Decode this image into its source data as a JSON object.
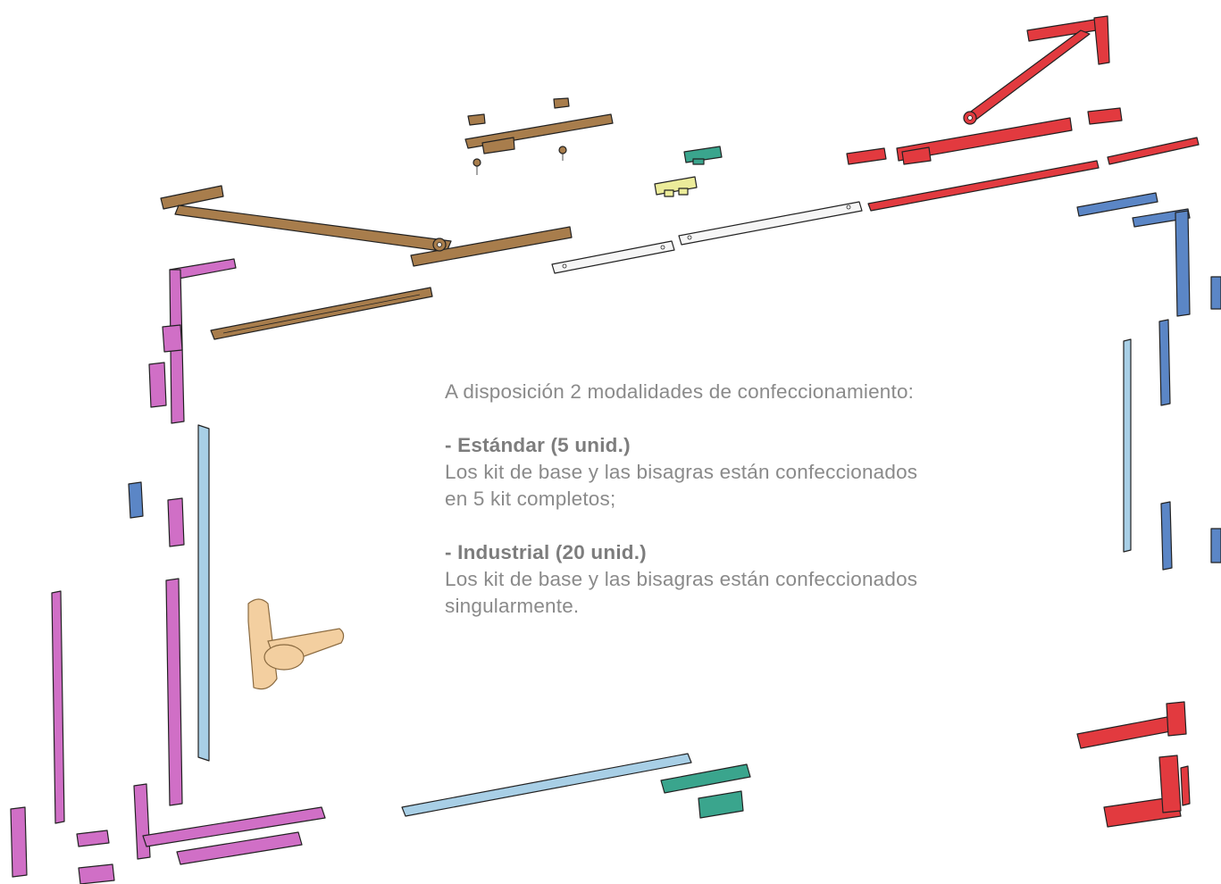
{
  "description": {
    "intro": "A disposición 2 modalidades de confeccionamiento:",
    "options": [
      {
        "title": "- Estándar (5 unid.)",
        "text": "Los kit de base y las bisagras están confeccionados en 5 kit completos;"
      },
      {
        "title": "- Industrial (20 unid.)",
        "text": "Los kit de base y las bisagras están confeccionados singularmente."
      }
    ]
  },
  "colors": {
    "text": "#8a8a8a",
    "brown": "#a87d4c",
    "red": "#e23a3f",
    "blue": "#5b86c6",
    "pink": "#d06fc6",
    "teal": "#3aa58d",
    "light_blue": "#a8cfe6",
    "yellow": "#ecec9a",
    "handle": "#f3cfa0"
  }
}
